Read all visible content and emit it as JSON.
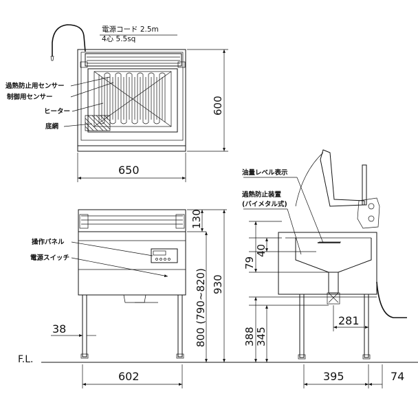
{
  "top_view": {
    "cord_label": "電源コード  2.5m",
    "cord_spec": "4心 5.5sq",
    "callouts": [
      "過熱防止用センサー",
      "制御用センサー",
      "ヒーター",
      "底網"
    ],
    "width_dim": "650",
    "depth_dim": "600"
  },
  "front_view": {
    "callouts": [
      "操作パネル",
      "電源スイッチ"
    ],
    "dims": {
      "top": "130",
      "height_range": "800 (790~820)",
      "total": "930",
      "leg": "38",
      "width": "602"
    },
    "floor_label": "F.L."
  },
  "side_view": {
    "callouts": [
      "油量レベル表示",
      "過熱防止装置",
      "(バイメタル式)"
    ],
    "dims": {
      "d79": "79",
      "d40": "40",
      "d388": "388",
      "d345": "345",
      "d281": "281",
      "d395": "395",
      "d74": "74"
    }
  }
}
